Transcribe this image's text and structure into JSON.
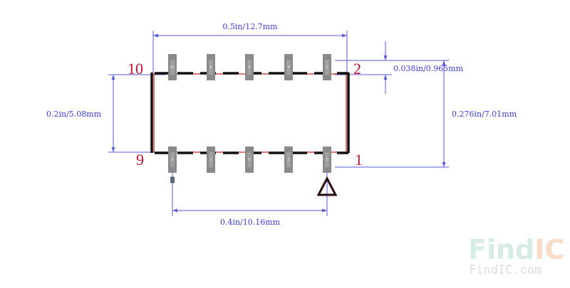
{
  "dimensions": {
    "width_top": "0.5in/12.7mm",
    "pad_width": "0.038in/0.965mm",
    "row_spacing": "0.2in/5.08mm",
    "overall_height": "0.276in/7.01mm",
    "pitch_span": "0.4in/10.16mm"
  },
  "pins": {
    "top_left": "10",
    "top_right": "2",
    "bottom_left": "9",
    "bottom_right": "1"
  },
  "pads": {
    "top": [
      "10",
      "8",
      "6",
      "4",
      "2"
    ],
    "bottom": [
      "9",
      "7",
      "5",
      "3",
      "1"
    ]
  },
  "watermark": {
    "logo_find": "Find",
    "logo_ic": "IC",
    "url": "FindIC.com"
  },
  "colors": {
    "dimension": "#3b3be0",
    "pin_label": "#c01030",
    "pad": "#8a8a8a",
    "body_outline": "#111111",
    "accent_outline": "#d01818",
    "logo_find": "#d7ece6",
    "logo_ic": "#f8dcc8"
  }
}
